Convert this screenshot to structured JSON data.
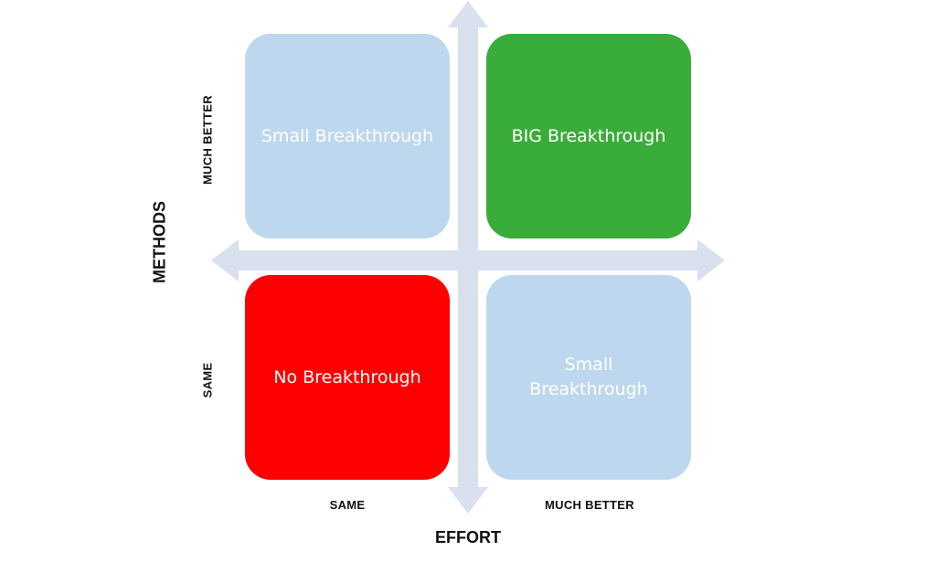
{
  "quadrants": {
    "top_left": {
      "label": "Small Breakthrough",
      "color": "#bdd7ee"
    },
    "top_right": {
      "label": "BIG Breakthrough",
      "color": "#3aac3a"
    },
    "bottom_left": {
      "label": "No Breakthrough",
      "color": "#fe0000"
    },
    "bottom_right": {
      "label": "Small Breakthrough",
      "color": "#bdd7ee"
    }
  },
  "x_axis": {
    "title": "EFFORT",
    "ticks": {
      "low": "SAME",
      "high": "MUCH BETTER"
    }
  },
  "y_axis": {
    "title": "METHODS",
    "ticks": {
      "low": "SAME",
      "high": "MUCH BETTER"
    }
  },
  "arrow_color": "#d9e1ef"
}
